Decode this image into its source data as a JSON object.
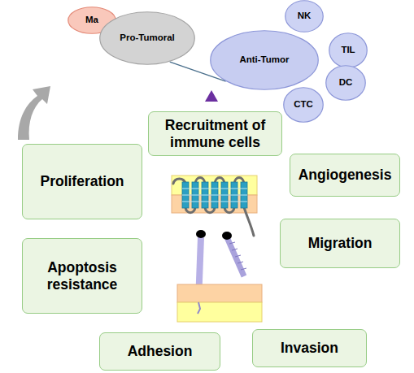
{
  "diagram": {
    "nodes": [
      {
        "text": [
          "Ma"
        ]
      },
      {
        "text": [
          "Pro-Tumoral"
        ]
      },
      {
        "text": [
          "Anti-Tumor"
        ]
      },
      {
        "text": [
          "NK"
        ]
      },
      {
        "text": [
          "TIL"
        ]
      },
      {
        "text": [
          "DC"
        ]
      },
      {
        "text": [
          "CTC"
        ]
      },
      {
        "text": [
          "Recruitment of immune cells"
        ]
      },
      {
        "text": [
          "Proliferation"
        ]
      },
      {
        "text": [
          "Angiogenesis"
        ]
      },
      {
        "text": [
          "Migration"
        ]
      },
      {
        "text": [
          "Apoptosis resistance"
        ]
      },
      {
        "text": [
          "Adhesion"
        ]
      },
      {
        "text": [
          "Invasion"
        ]
      }
    ],
    "edges": [
      {
        "from": 1,
        "to": 2,
        "arrow": "none"
      }
    ]
  }
}
